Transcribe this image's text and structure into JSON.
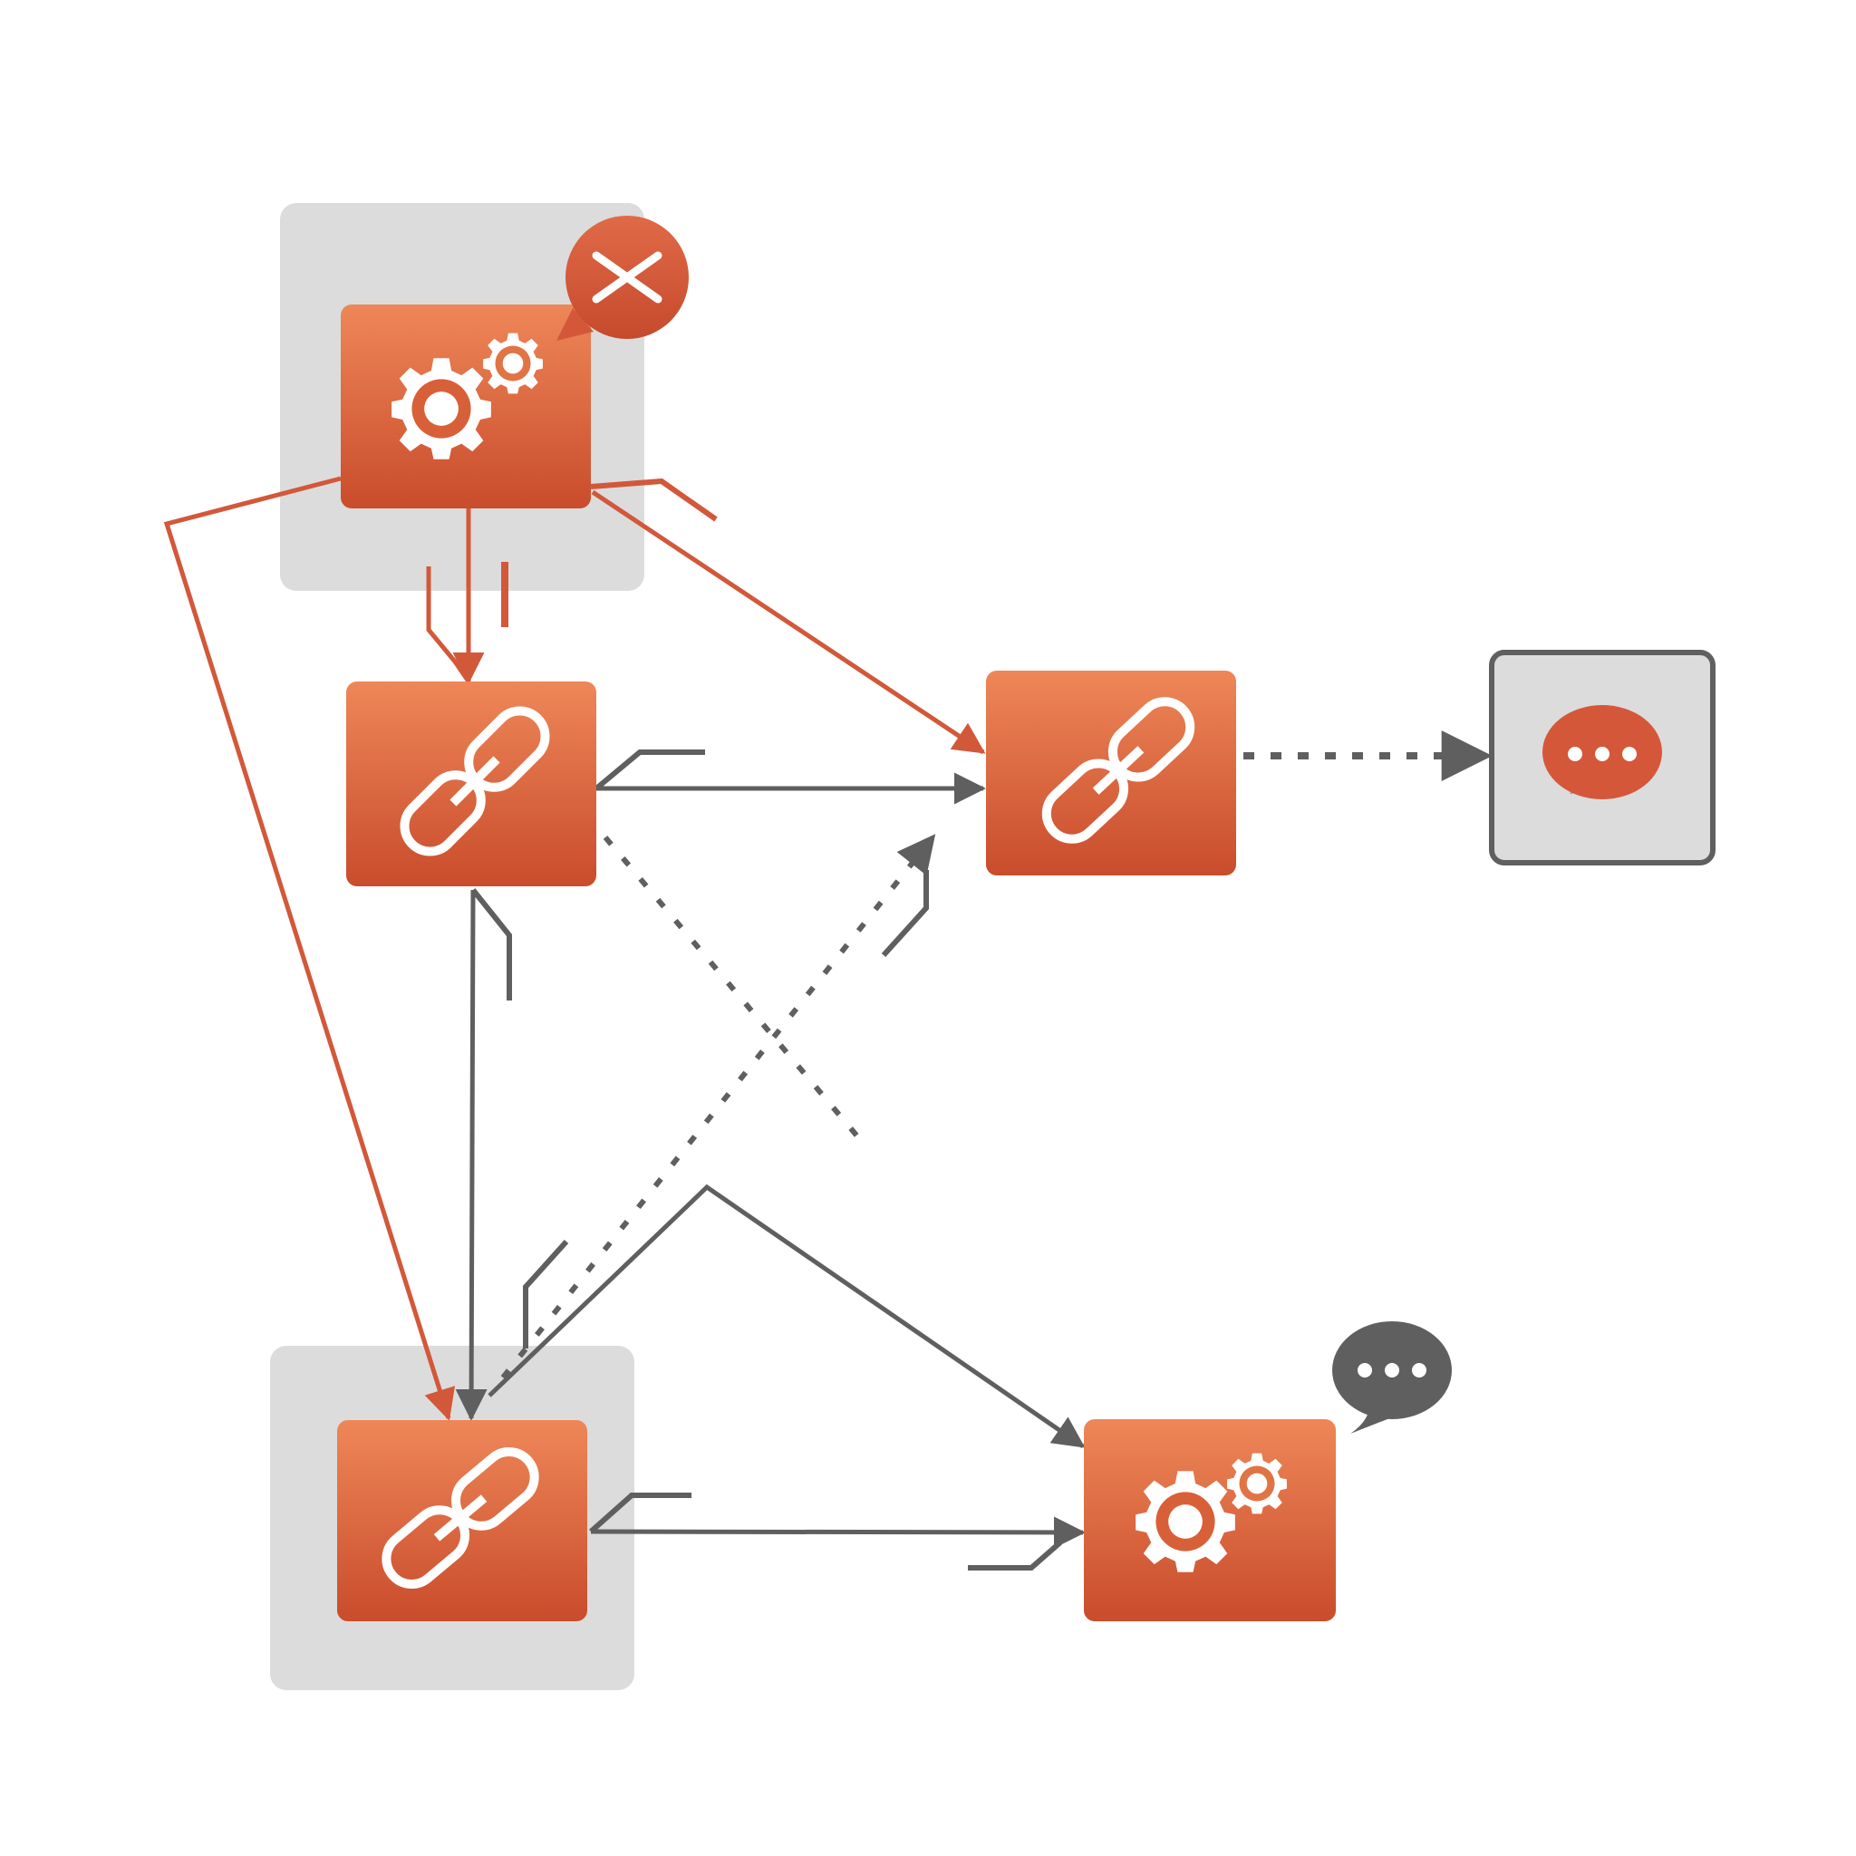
{
  "colors": {
    "background": "#ffffff",
    "group_fill": "#dcdcdc",
    "node_top": "#ee8758",
    "node_bottom": "#c94c2c",
    "accent": "#d2583a",
    "edge_gray": "#5f5f5f",
    "icon": "#ffffff",
    "error_badge": "#d5573a",
    "speech_bubble_gray": "#5f5f5f"
  },
  "groups": [
    {
      "id": "group-top"
    },
    {
      "id": "group-bottom"
    }
  ],
  "nodes": [
    {
      "id": "gears-node-top",
      "icon": "gears-icon"
    },
    {
      "id": "link-node-middle-left",
      "icon": "link-icon"
    },
    {
      "id": "link-node-middle-right",
      "icon": "link-icon"
    },
    {
      "id": "chat-node-right",
      "icon": "speech-bubble-icon"
    },
    {
      "id": "link-node-bottom-left",
      "icon": "link-icon"
    },
    {
      "id": "gears-node-bottom-right",
      "icon": "gears-icon"
    }
  ],
  "badges": [
    {
      "id": "error-badge",
      "attached_to": "gears-node-top",
      "icon": "close-icon"
    },
    {
      "id": "comment-badge",
      "attached_to": "gears-node-bottom-right",
      "icon": "speech-bubble-icon"
    }
  ],
  "edges": [
    {
      "from": "gears-node-top",
      "to": "link-node-middle-left",
      "style": "solid",
      "color": "accent"
    },
    {
      "from": "gears-node-top",
      "to": "link-node-middle-right",
      "style": "solid",
      "color": "accent"
    },
    {
      "from": "gears-node-top",
      "to": "link-node-bottom-left",
      "style": "solid",
      "color": "accent"
    },
    {
      "from": "link-node-middle-left",
      "to": "link-node-middle-right",
      "style": "solid",
      "color": "gray"
    },
    {
      "from": "link-node-middle-left",
      "to": "link-node-bottom-left",
      "style": "solid",
      "color": "gray"
    },
    {
      "from": "link-node-middle-left",
      "to": null,
      "style": "dotted",
      "color": "gray"
    },
    {
      "from": "link-node-bottom-left",
      "to": "link-node-middle-right",
      "style": "dotted",
      "color": "gray"
    },
    {
      "from": "link-node-middle-right",
      "to": "chat-node-right",
      "style": "dotted",
      "color": "gray"
    },
    {
      "from": "link-node-bottom-left",
      "to": "gears-node-bottom-right",
      "style": "solid",
      "color": "gray"
    },
    {
      "from": "link-node-bottom-left",
      "to": "gears-node-bottom-right",
      "style": "solid",
      "color": "gray"
    }
  ]
}
